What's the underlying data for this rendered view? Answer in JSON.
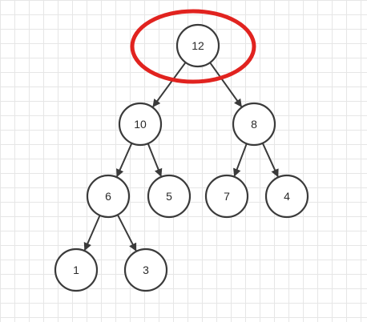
{
  "tree": {
    "nodes": [
      {
        "id": "n12",
        "label": "12"
      },
      {
        "id": "n10",
        "label": "10"
      },
      {
        "id": "n8",
        "label": "8"
      },
      {
        "id": "n6",
        "label": "6"
      },
      {
        "id": "n5",
        "label": "5"
      },
      {
        "id": "n7",
        "label": "7"
      },
      {
        "id": "n4",
        "label": "4"
      },
      {
        "id": "n1",
        "label": "1"
      },
      {
        "id": "n3",
        "label": "3"
      }
    ],
    "edges": [
      {
        "from": "n12",
        "to": "n10"
      },
      {
        "from": "n12",
        "to": "n8"
      },
      {
        "from": "n10",
        "to": "n6"
      },
      {
        "from": "n10",
        "to": "n5"
      },
      {
        "from": "n8",
        "to": "n7"
      },
      {
        "from": "n8",
        "to": "n4"
      },
      {
        "from": "n6",
        "to": "n1"
      },
      {
        "from": "n6",
        "to": "n3"
      }
    ],
    "highlighted_node": "n12",
    "highlight_color": "#e1231f"
  }
}
